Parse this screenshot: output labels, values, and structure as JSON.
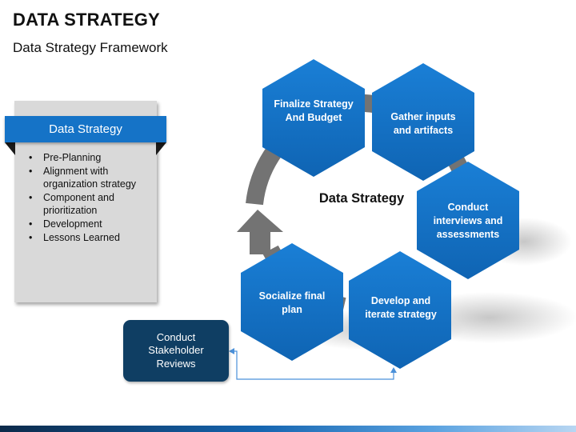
{
  "page": {
    "title": "DATA STRATEGY",
    "subtitle": "Data Strategy Framework"
  },
  "panel": {
    "header": "Data Strategy",
    "bullets": [
      "Pre-Planning",
      "Alignment with organization strategy",
      "Component and prioritization",
      "Development",
      "Lessons Learned"
    ]
  },
  "cycle": {
    "center_label": "Data Strategy",
    "steps": [
      "Finalize Strategy And Budget",
      "Gather inputs and artifacts",
      "Conduct interviews and assessments",
      "Develop and iterate strategy",
      "Socialize final plan"
    ]
  },
  "side_box": {
    "label": "Conduct Stakeholder Reviews"
  },
  "colors": {
    "hex_fill": "#1573c7",
    "ring_gray": "#737373",
    "box_navy": "#0f3e63",
    "connector": "#4a90d9"
  }
}
